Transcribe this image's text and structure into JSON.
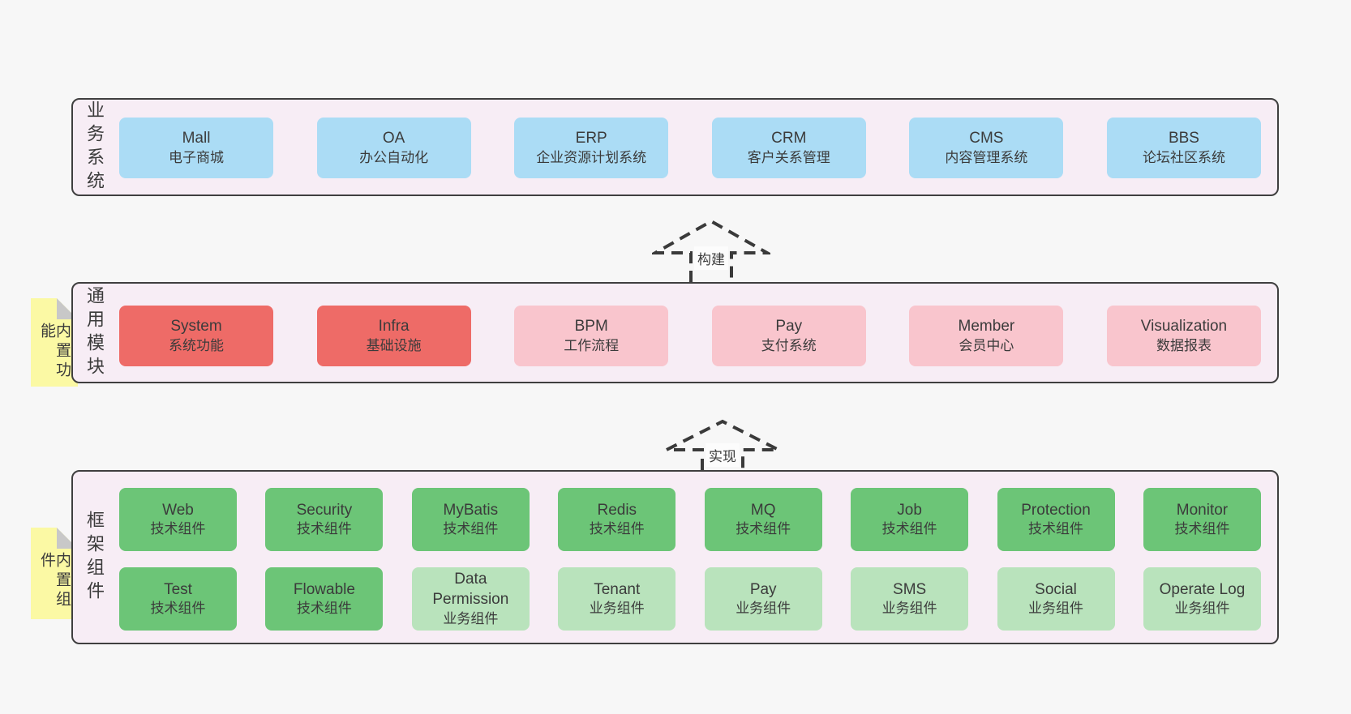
{
  "palette": {
    "page_bg": "#f7f7f7",
    "layer_bg": "#f7edf5",
    "layer_border": "#3f3f3f",
    "blue": "#abdcf5",
    "red": "#ee6b67",
    "pink": "#f9c5cd",
    "green": "#6cc577",
    "light_green": "#b9e3bc",
    "yellow_tag": "#fbf9a4",
    "tag_fold": "#c8c8c8",
    "text": "#3b3b3b",
    "arrow": "#3a3a3a"
  },
  "arrows": [
    {
      "label": "构建"
    },
    {
      "label": "实现"
    }
  ],
  "layers": [
    {
      "id": "business",
      "side_label": "业务系统",
      "tag": null,
      "rows": [
        [
          {
            "title": "Mall",
            "subtitle": "电子商城",
            "variant": "blue"
          },
          {
            "title": "OA",
            "subtitle": "办公自动化",
            "variant": "blue"
          },
          {
            "title": "ERP",
            "subtitle": "企业资源计划系统",
            "variant": "blue"
          },
          {
            "title": "CRM",
            "subtitle": "客户关系管理",
            "variant": "blue"
          },
          {
            "title": "CMS",
            "subtitle": "内容管理系统",
            "variant": "blue"
          },
          {
            "title": "BBS",
            "subtitle": "论坛社区系统",
            "variant": "blue"
          }
        ]
      ]
    },
    {
      "id": "modules",
      "side_label": "通用模块",
      "tag": "内置功能",
      "rows": [
        [
          {
            "title": "System",
            "subtitle": "系统功能",
            "variant": "red"
          },
          {
            "title": "Infra",
            "subtitle": "基础设施",
            "variant": "red"
          },
          {
            "title": "BPM",
            "subtitle": "工作流程",
            "variant": "pink"
          },
          {
            "title": "Pay",
            "subtitle": "支付系统",
            "variant": "pink"
          },
          {
            "title": "Member",
            "subtitle": "会员中心",
            "variant": "pink"
          },
          {
            "title": "Visualization",
            "subtitle": "数据报表",
            "variant": "pink"
          }
        ]
      ]
    },
    {
      "id": "components",
      "side_label": "框架组件",
      "tag": "内置组件",
      "rows": [
        [
          {
            "title": "Web",
            "subtitle": "技术组件",
            "variant": "green"
          },
          {
            "title": "Security",
            "subtitle": "技术组件",
            "variant": "green"
          },
          {
            "title": "MyBatis",
            "subtitle": "技术组件",
            "variant": "green"
          },
          {
            "title": "Redis",
            "subtitle": "技术组件",
            "variant": "green"
          },
          {
            "title": "MQ",
            "subtitle": "技术组件",
            "variant": "green"
          },
          {
            "title": "Job",
            "subtitle": "技术组件",
            "variant": "green"
          },
          {
            "title": "Protection",
            "subtitle": "技术组件",
            "variant": "green"
          },
          {
            "title": "Monitor",
            "subtitle": "技术组件",
            "variant": "green"
          }
        ],
        [
          {
            "title": "Test",
            "subtitle": "技术组件",
            "variant": "green"
          },
          {
            "title": "Flowable",
            "subtitle": "技术组件",
            "variant": "green"
          },
          {
            "title": "Data Permission",
            "subtitle": "业务组件",
            "variant": "light_green"
          },
          {
            "title": "Tenant",
            "subtitle": "业务组件",
            "variant": "light_green"
          },
          {
            "title": "Pay",
            "subtitle": "业务组件",
            "variant": "light_green"
          },
          {
            "title": "SMS",
            "subtitle": "业务组件",
            "variant": "light_green"
          },
          {
            "title": "Social",
            "subtitle": "业务组件",
            "variant": "light_green"
          },
          {
            "title": "Operate Log",
            "subtitle": "业务组件",
            "variant": "light_green"
          }
        ]
      ]
    }
  ]
}
